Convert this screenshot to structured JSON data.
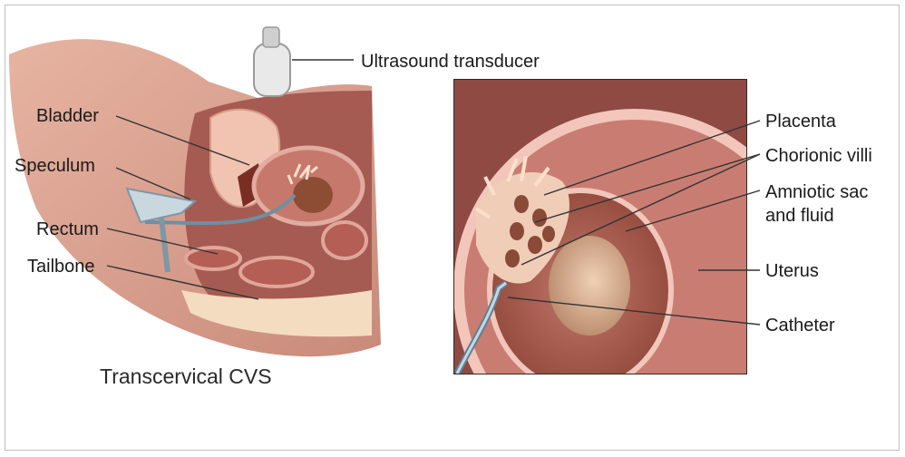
{
  "labels": {
    "ultrasound_transducer": "Ultrasound transducer",
    "bladder": "Bladder",
    "speculum": "Speculum",
    "rectum": "Rectum",
    "tailbone": "Tailbone",
    "placenta": "Placenta",
    "chorionic_villi": "Chorionic villi",
    "amniotic_sac_line1": "Amniotic sac",
    "amniotic_sac_line2": "and fluid",
    "uterus": "Uterus",
    "catheter": "Catheter"
  },
  "caption": "Transcervical CVS"
}
